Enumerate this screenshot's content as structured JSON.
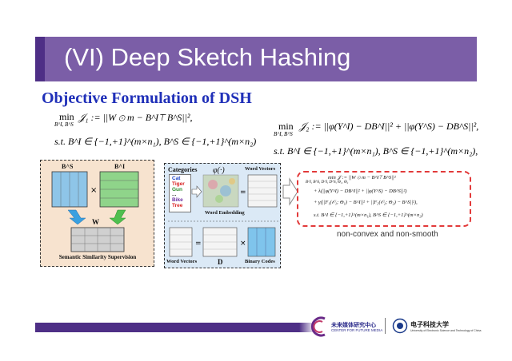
{
  "slide": {
    "title": "(VI)  Deep Sketch Hashing",
    "subtitle": "Objective Formulation of DSH"
  },
  "equations": {
    "j1_min": "min",
    "j1_sub": "B^I, B^S",
    "j1": "𝒥₁ := ||W ⊙ m − B^I⊤ B^S||²,",
    "j1_st": "s.t. B^I ∈ {−1,+1}^(m×n₁), B^S ∈ {−1,+1}^(m×n₂)",
    "j2_min": "min",
    "j2_sub": "B^I, B^S",
    "j2": "𝒥₂ := ||φ(Y^I) − DB^I||² + ||φ(Y^S) − DB^S||²,",
    "j2_st": "s.t. B^I ∈ {−1,+1}^(m×n₁), B^S ∈ {−1,+1}^(m×n₂),"
  },
  "panel_a": {
    "bs_label": "B^S",
    "bi_label": "B^I",
    "w_label": "W",
    "caption": "Semantic Similarity Supervision"
  },
  "panel_b": {
    "categories_label": "Categories",
    "categories": [
      "Cat",
      "Tiger",
      "Gun",
      "...",
      "Bike",
      "Tree"
    ],
    "category_colors": [
      "#1a44c8",
      "#d81f1f",
      "#2d8a2d",
      "#333333",
      "#6b2fa0",
      "#d81f1f"
    ],
    "phi_label": "φ(·)",
    "word_vectors_label": "Word Vectors",
    "word_embedding_label": "Word Embedding",
    "word_vectors_bottom": "Word Vectors",
    "d_label": "D",
    "binary_codes_label": "Binary Codes"
  },
  "combined": {
    "line1": "min  𝒥 := ||W ⊙ m − B^I⊤ B^S||²",
    "line1_sub": "B^I, B^S, D^I, D^S, Θ₁, Θ₂",
    "line2": "+ λ(||φ(Y^I) − DB^I||² + ||φ(Y^S) − DB^S||²)",
    "line3": "+ γ(||F₁(𝒪₁; Θ₁) − B^I||² + ||F₂(𝒪₂; Θ₂) − B^S||²),",
    "line4": "s.t. B^I ∈ {−1,+1}^(m×n₁), B^S ∈ {−1,+1}^(m×n₂)",
    "note": "non-convex and non-smooth"
  },
  "footer": {
    "lab_name_cn": "未来媒体研究中心",
    "lab_name_en": "CENTER FOR FUTURE MEDIA",
    "univ_name_cn": "电子科技大学",
    "univ_name_en": "University of Electronic Science and Technology of China"
  },
  "colors": {
    "title_bar": "#7b5ea7",
    "accent": "#4e2f86",
    "subtitle": "#1f2fb8",
    "red_dash": "#e23a3a"
  }
}
